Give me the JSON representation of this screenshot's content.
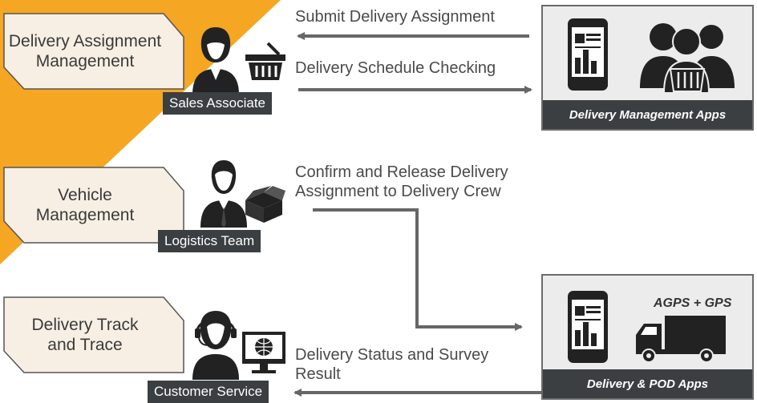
{
  "colors": {
    "accent": "#f5a623",
    "dark": "#3b3f42",
    "card": "#f7efe4",
    "arrow": "#666666"
  },
  "rows": [
    {
      "box_label": "Delivery Assignment\nManagement",
      "role": "Sales Associate",
      "icon": "basket-icon"
    },
    {
      "box_label": "Vehicle\nManagement",
      "role": "Logistics Team",
      "icon": "box-icon"
    },
    {
      "box_label": "Delivery Track\nand Trace",
      "role": "Customer Service",
      "icon": "computer-icon"
    }
  ],
  "flows": {
    "submit": "Submit Delivery Assignment",
    "schedule": "Delivery Schedule Checking",
    "confirm": "Confirm and Release Delivery\nAssignment to Delivery Crew",
    "status": "Delivery Status and Survey\nResult"
  },
  "apps": {
    "management": {
      "title": "Delivery Management Apps"
    },
    "pod": {
      "title": "Delivery & POD Apps",
      "gps": "AGPS + GPS"
    }
  }
}
